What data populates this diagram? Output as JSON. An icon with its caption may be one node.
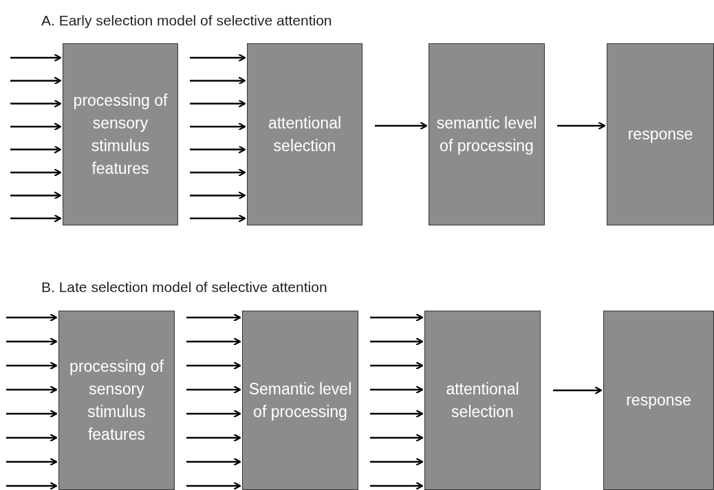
{
  "diagram": {
    "nodes": [
      {
        "text": [
          "processing of sensory stimulus features"
        ]
      },
      {
        "text": [
          "attentional selection"
        ]
      },
      {
        "text": [
          "semantic level of processing"
        ]
      },
      {
        "text": [
          "response"
        ]
      },
      {
        "text": [
          "processing of sensory stimulus features"
        ]
      },
      {
        "text": [
          "Semantic level of processing"
        ]
      },
      {
        "text": [
          "attentional selection"
        ]
      },
      {
        "text": [
          "response"
        ]
      }
    ],
    "edges": [
      {
        "from": null,
        "to": 0,
        "arrow": "to"
      },
      {
        "from": null,
        "to": 0,
        "arrow": "to"
      },
      {
        "from": null,
        "to": 0,
        "arrow": "to"
      },
      {
        "from": null,
        "to": 0,
        "arrow": "to"
      },
      {
        "from": null,
        "to": 0,
        "arrow": "to"
      },
      {
        "from": null,
        "to": 0,
        "arrow": "to"
      },
      {
        "from": null,
        "to": 0,
        "arrow": "to"
      },
      {
        "from": null,
        "to": 0,
        "arrow": "to"
      },
      {
        "from": 0,
        "to": 1,
        "arrow": "to"
      },
      {
        "from": 0,
        "to": 1,
        "arrow": "to"
      },
      {
        "from": 0,
        "to": 1,
        "arrow": "to"
      },
      {
        "from": 0,
        "to": 1,
        "arrow": "to"
      },
      {
        "from": 0,
        "to": 1,
        "arrow": "to"
      },
      {
        "from": 0,
        "to": 1,
        "arrow": "to"
      },
      {
        "from": 0,
        "to": 1,
        "arrow": "to"
      },
      {
        "from": 0,
        "to": 1,
        "arrow": "to"
      },
      {
        "from": 1,
        "to": 2,
        "arrow": "to"
      },
      {
        "from": 2,
        "to": 3,
        "arrow": "to"
      },
      {
        "from": null,
        "to": 4,
        "arrow": "to"
      },
      {
        "from": null,
        "to": 4,
        "arrow": "to"
      },
      {
        "from": null,
        "to": 4,
        "arrow": "to"
      },
      {
        "from": null,
        "to": 4,
        "arrow": "to"
      },
      {
        "from": null,
        "to": 4,
        "arrow": "to"
      },
      {
        "from": null,
        "to": 4,
        "arrow": "to"
      },
      {
        "from": null,
        "to": 4,
        "arrow": "to"
      },
      {
        "from": null,
        "to": 4,
        "arrow": "to"
      },
      {
        "from": 4,
        "to": 5,
        "arrow": "to"
      },
      {
        "from": 4,
        "to": 5,
        "arrow": "to"
      },
      {
        "from": 4,
        "to": 5,
        "arrow": "to"
      },
      {
        "from": 4,
        "to": 5,
        "arrow": "to"
      },
      {
        "from": 4,
        "to": 5,
        "arrow": "to"
      },
      {
        "from": 4,
        "to": 5,
        "arrow": "to"
      },
      {
        "from": 4,
        "to": 5,
        "arrow": "to"
      },
      {
        "from": 4,
        "to": 5,
        "arrow": "to"
      },
      {
        "from": 5,
        "to": 6,
        "arrow": "to"
      },
      {
        "from": 5,
        "to": 6,
        "arrow": "to"
      },
      {
        "from": 5,
        "to": 6,
        "arrow": "to"
      },
      {
        "from": 5,
        "to": 6,
        "arrow": "to"
      },
      {
        "from": 5,
        "to": 6,
        "arrow": "to"
      },
      {
        "from": 5,
        "to": 6,
        "arrow": "to"
      },
      {
        "from": 5,
        "to": 6,
        "arrow": "to"
      },
      {
        "from": 5,
        "to": 6,
        "arrow": "to"
      },
      {
        "from": 6,
        "to": 7,
        "arrow": "to"
      }
    ],
    "labels": [
      "A. Early selection model of selective attention",
      "B. Late selection model of selective attention"
    ]
  }
}
